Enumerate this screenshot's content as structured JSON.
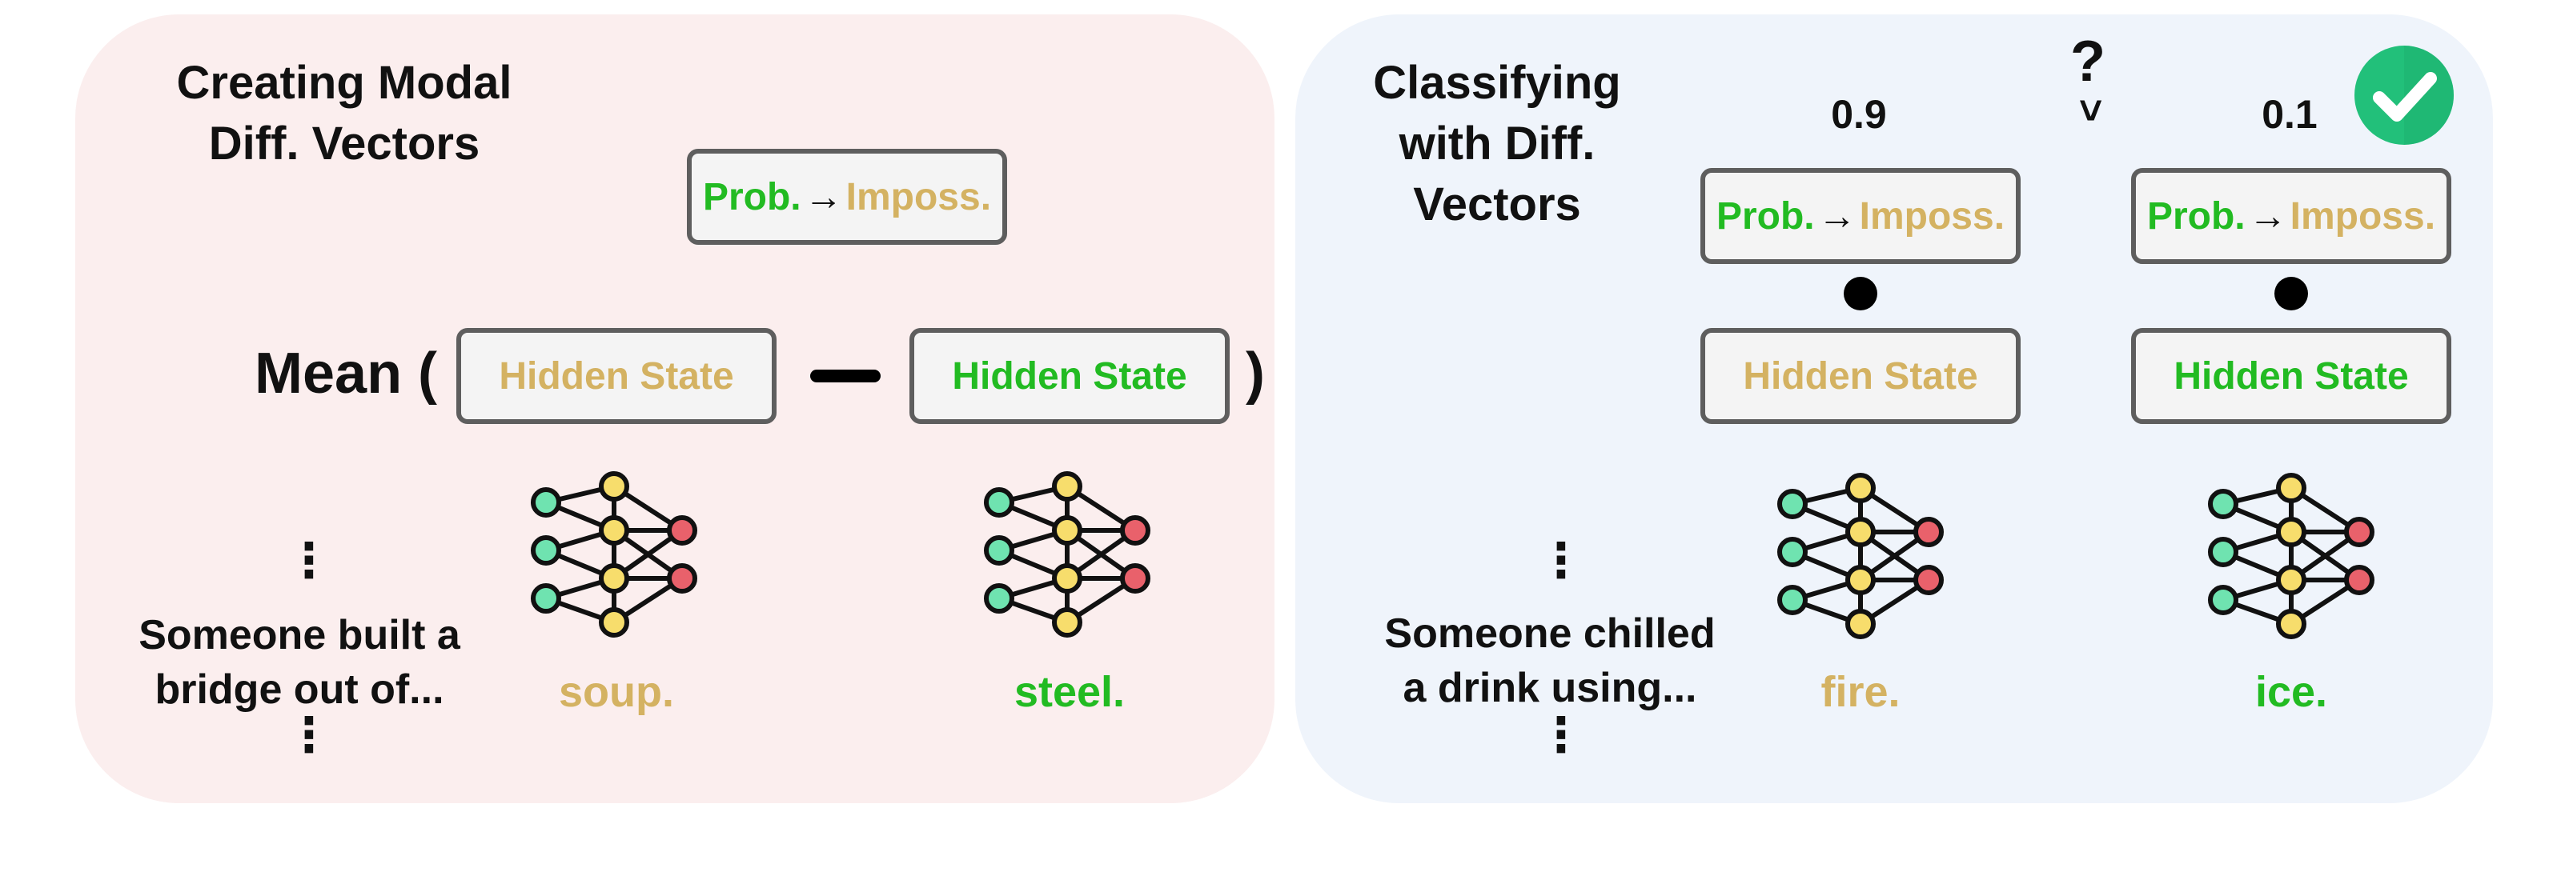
{
  "colors": {
    "green": "#22bb22",
    "tan": "#d4b262",
    "left_panel_bg": "#fbeeee",
    "right_panel_bg": "#eff4fb",
    "node_green": "#6fe3b0",
    "node_yellow": "#f7dd6c",
    "node_red": "#e9616b",
    "check_green": "#22c07a"
  },
  "left": {
    "title_line1": "Creating Modal",
    "title_line2": "Diff. Vectors",
    "diff_vector": {
      "from": "Prob.",
      "arrow": "→",
      "to": "Imposs."
    },
    "mean_label": "Mean (",
    "close_paren": ")",
    "hidden_state_a": "Hidden State",
    "hidden_state_b": "Hidden State",
    "prompt_line1": "Someone built a",
    "prompt_line2": "bridge out of...",
    "completion_a": "soup.",
    "completion_b": "steel.",
    "vdots": "⋮"
  },
  "right": {
    "title_line1": "Classifying",
    "title_line2": "with Diff.",
    "title_line3": "Vectors",
    "score_a": "0.9",
    "score_b": "0.1",
    "question_mark": "?",
    "comparison": ">",
    "diff_vector_a": {
      "from": "Prob.",
      "arrow": "→",
      "to": "Imposs."
    },
    "diff_vector_b": {
      "from": "Prob.",
      "arrow": "→",
      "to": "Imposs."
    },
    "hidden_state_a": "Hidden State",
    "hidden_state_b": "Hidden State",
    "prompt_line1": "Someone chilled",
    "prompt_line2": "a drink using...",
    "completion_a": "fire.",
    "completion_b": "ice.",
    "vdots": "⋮",
    "check_icon": "check-circle-icon"
  }
}
